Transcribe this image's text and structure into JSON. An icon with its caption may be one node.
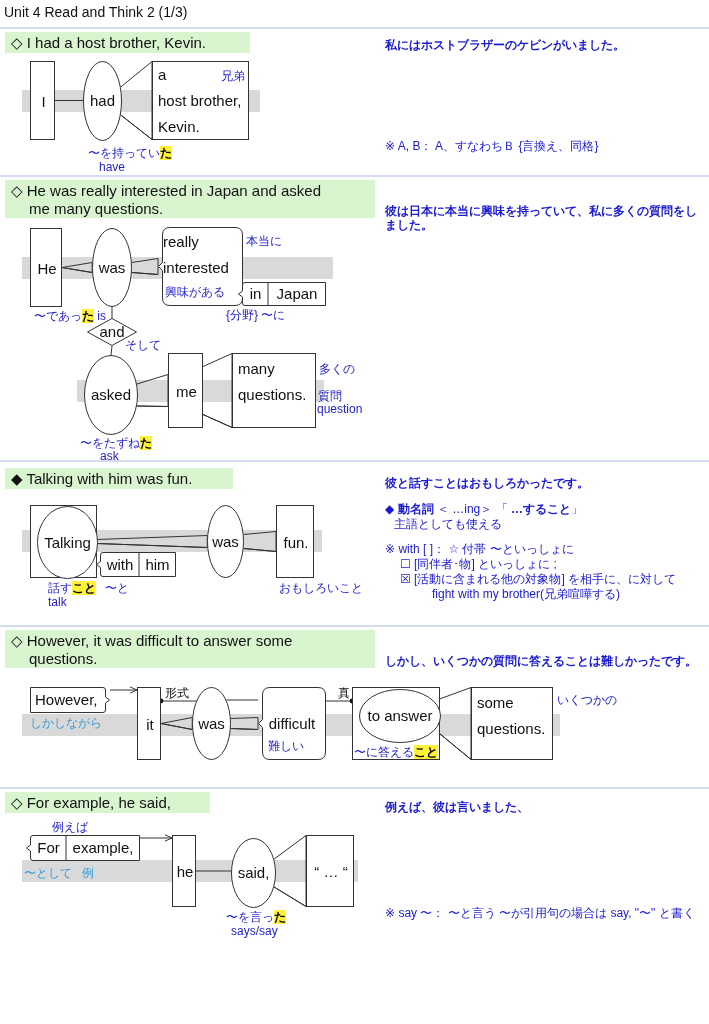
{
  "diagram": {
    "nodes": [
      {
        "text": [
          "◇ I had a host brother, Kevin."
        ]
      },
      {
        "text": [
          "I"
        ]
      },
      {
        "text": [
          "had"
        ],
        "beside": [
          "〜を持ってい**た**",
          "have"
        ]
      },
      {
        "text": [
          "a",
          "兄弟",
          "host brother,",
          "Kevin."
        ]
      },
      {
        "text": [
          "◇ He was really interested in Japan and asked me many questions."
        ]
      },
      {
        "text": [
          "He"
        ]
      },
      {
        "text": [
          "was"
        ],
        "beside": [
          "〜であっ**た** is"
        ]
      },
      {
        "text": [
          "really",
          "interested",
          "興味がある"
        ],
        "beside": [
          "本当に"
        ]
      },
      {
        "text": [
          "in",
          "Japan"
        ],
        "beside": [
          "{分野} 〜に"
        ]
      },
      {
        "text": [
          "and"
        ],
        "beside": [
          "そして"
        ]
      },
      {
        "text": [
          "asked"
        ],
        "beside": [
          "〜をたずね**た**",
          "ask"
        ]
      },
      {
        "text": [
          "me"
        ]
      },
      {
        "text": [
          "many",
          "questions."
        ],
        "beside": [
          "多くの",
          "質問",
          "question"
        ]
      },
      {
        "text": [
          "◆ Talking with him was fun."
        ]
      },
      {
        "text": [],
        "shape": "box"
      },
      {
        "text": [
          "Talking"
        ],
        "in": 14,
        "beside": [
          "話す**こと**",
          "talk"
        ]
      },
      {
        "text": [
          "with",
          "him"
        ],
        "beside": [
          "〜と"
        ]
      },
      {
        "text": [
          "was"
        ]
      },
      {
        "text": [
          "fun."
        ],
        "beside": [
          "おもしろいこと"
        ]
      },
      {
        "text": [
          "◇ However, it was difficult to answer some questions."
        ]
      },
      {
        "text": [
          "However,"
        ],
        "beside": [
          "しかしながら"
        ]
      },
      {
        "text": [
          "it"
        ]
      },
      {
        "text": [
          "was"
        ]
      },
      {
        "text": [
          "difficult",
          "難しい"
        ]
      },
      {
        "text": [],
        "shape": "box"
      },
      {
        "text": [
          "to answer"
        ],
        "in": 24,
        "beside": [
          "〜に答える**こと**"
        ]
      },
      {
        "text": [
          "some",
          "questions."
        ],
        "beside": [
          "いくつかの"
        ]
      },
      {
        "text": [
          "◇ For example, he said,"
        ]
      },
      {
        "text": [
          "For",
          "example,"
        ],
        "beside": [
          "例えば",
          "〜として",
          "例"
        ]
      },
      {
        "text": [
          "he"
        ]
      },
      {
        "text": [
          "said,"
        ],
        "beside": [
          "〜を言っ**た**",
          "says/say"
        ]
      },
      {
        "text": [
          "“ … “"
        ]
      }
    ],
    "edges": [
      {
        "from": 1,
        "to": 2,
        "arrow": "none"
      },
      {
        "from": 2,
        "to": 3,
        "arrow": "none"
      },
      {
        "from": 5,
        "to": 6,
        "arrow": "none"
      },
      {
        "from": 6,
        "to": 7,
        "arrow": "none"
      },
      {
        "from": 6,
        "to": 9,
        "arrow": "none"
      },
      {
        "from": 9,
        "to": 10,
        "arrow": "none"
      },
      {
        "from": 10,
        "to": 11,
        "arrow": "none"
      },
      {
        "from": 11,
        "to": 12,
        "arrow": "none"
      },
      {
        "from": 15,
        "to": 17,
        "arrow": "none"
      },
      {
        "from": 17,
        "to": 18,
        "arrow": "none"
      },
      {
        "from": 20,
        "to": 21,
        "arrow": "to"
      },
      {
        "from": 21,
        "to": 22,
        "arrow": "other"
      },
      {
        "from": 21,
        "to": 22,
        "arrow": "none"
      },
      {
        "from": 22,
        "to": 23,
        "arrow": "none"
      },
      {
        "from": 22,
        "to": 23,
        "arrow": "none"
      },
      {
        "from": 24,
        "to": 23,
        "arrow": "other"
      },
      {
        "from": 25,
        "to": 26,
        "arrow": "none"
      },
      {
        "from": 28,
        "to": 29,
        "arrow": "to"
      },
      {
        "from": 29,
        "to": 30,
        "arrow": "none"
      },
      {
        "from": 30,
        "to": 31,
        "arrow": "none"
      }
    ],
    "labels": [
      "Unit 4 Read and Think 2 (1/3)",
      "私にはホストブラザーのケビンがいました。",
      "※ A, B： A、すなわちＢ {言換え、同格}",
      "彼は日本に本当に興味を持っていて、私に多くの質問をしました。",
      "彼と話すことはおもしろかったです。",
      "**◆ 動名詞** ＜ …ing＞ 「 **…すること**」",
      "主語としても使える",
      "※ with [ ]： ☆ 付帯 〜といっしょに",
      "☐ [同伴者･物] といっしょに ;",
      "☒ [活動に含まれる他の対象物] を相手に、に対して",
      "fight with my brother(兄弟喧嘩する)",
      "しかし、いくつかの質問に答えることは難しかったです。",
      "形式",
      "真",
      "例えば、彼は言いました、",
      "※ say 〜： 〜と言う 〜が引用句の場合は say, \"〜\" と書く"
    ]
  }
}
